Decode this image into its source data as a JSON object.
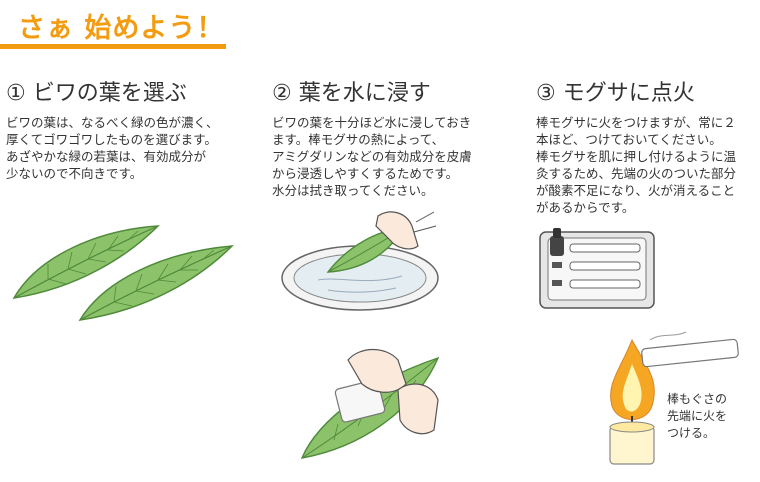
{
  "header": {
    "title": "さぁ 始めよう！"
  },
  "steps": [
    {
      "title": "① ビワの葉を選ぶ",
      "body": "ビワの葉は、なるべく緑の色が濃く、\n厚くてゴワゴワしたものを選びます。\nあざやかな緑の若葉は、有効成分が\n少ないので不向きです。"
    },
    {
      "title": "② 葉を水に浸す",
      "body": "ビワの葉を十分ほど水に浸しておき\nます。棒モグサの熱によって、\nアミグダリンなどの有効成分を皮膚\nから浸透しやすくするためです。\n水分は拭き取ってください。"
    },
    {
      "title": "③ モグサに点火",
      "body": "棒モグサに火をつけますが、常に２\n本ほど、つけておいてください。\n棒モグサを肌に押し付けるように温\n灸するため、先端の火のついた部分\nが酸素不足になり、火が消えること\nがあるからです。"
    }
  ],
  "illustration": {
    "caption": "棒もぐさの\n先端に火を\nつける。"
  },
  "colors": {
    "accent": "#f39c12",
    "leaf": "#8cc26a",
    "leaf_dark": "#4e8a3a",
    "flame": "#f5a623"
  }
}
